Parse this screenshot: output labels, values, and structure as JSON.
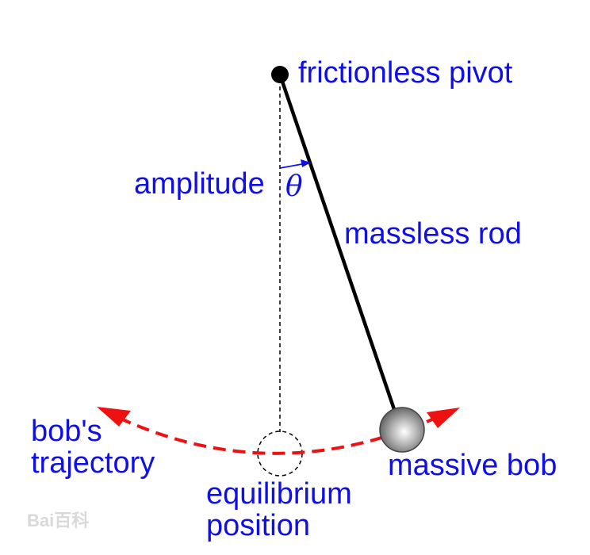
{
  "labels": {
    "pivot": "frictionless pivot",
    "amplitude": "amplitude",
    "theta": "θ",
    "rod": "massless rod",
    "trajectory_line1": "bob's",
    "trajectory_line2": "trajectory",
    "bob": "massive bob",
    "equilibrium_line1": "equilibrium",
    "equilibrium_line2": "position"
  },
  "watermark": "Bai百科",
  "colors": {
    "label": "#1010e6",
    "trajectory": "#ee1111",
    "rod": "#000000",
    "watermark": "#d9d9d9"
  }
}
